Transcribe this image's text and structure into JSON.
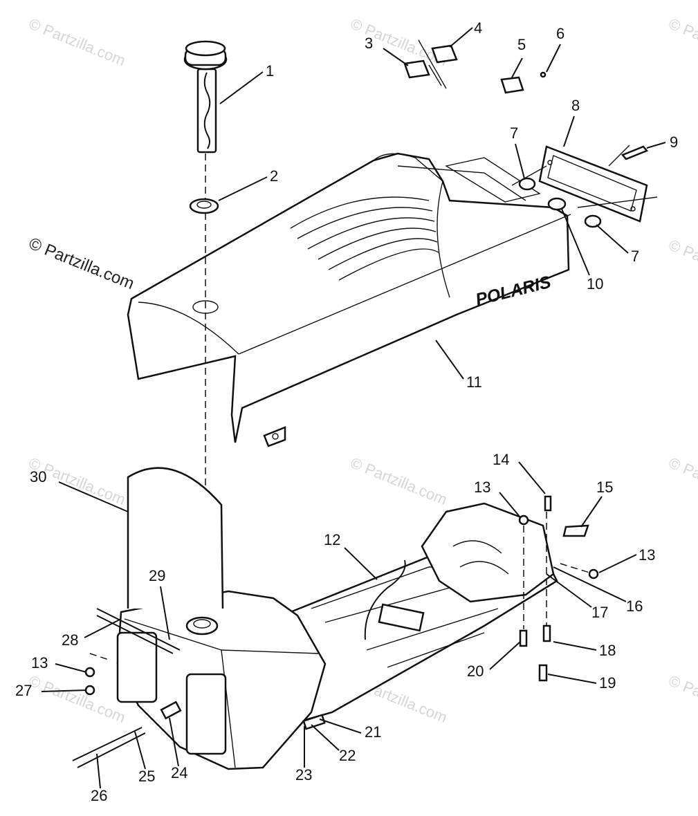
{
  "watermark": {
    "text": "© Partzilla.com",
    "prominent_text": "© Partzilla.com"
  },
  "brand_label": "POLARIS",
  "callouts": [
    {
      "id": "c1",
      "text": "1"
    },
    {
      "id": "c2",
      "text": "2"
    },
    {
      "id": "c3",
      "text": "3"
    },
    {
      "id": "c4",
      "text": "4"
    },
    {
      "id": "c5",
      "text": "5"
    },
    {
      "id": "c6",
      "text": "6"
    },
    {
      "id": "c7a",
      "text": "7"
    },
    {
      "id": "c7b",
      "text": "7"
    },
    {
      "id": "c8",
      "text": "8"
    },
    {
      "id": "c9",
      "text": "9"
    },
    {
      "id": "c10",
      "text": "10"
    },
    {
      "id": "c11",
      "text": "11"
    },
    {
      "id": "c12",
      "text": "12"
    },
    {
      "id": "c13a",
      "text": "13"
    },
    {
      "id": "c13b",
      "text": "13"
    },
    {
      "id": "c13c",
      "text": "13"
    },
    {
      "id": "c14",
      "text": "14"
    },
    {
      "id": "c15",
      "text": "15"
    },
    {
      "id": "c16",
      "text": "16"
    },
    {
      "id": "c17",
      "text": "17"
    },
    {
      "id": "c18",
      "text": "18"
    },
    {
      "id": "c19",
      "text": "19"
    },
    {
      "id": "c20",
      "text": "20"
    },
    {
      "id": "c21",
      "text": "21"
    },
    {
      "id": "c22",
      "text": "22"
    },
    {
      "id": "c23",
      "text": "23"
    },
    {
      "id": "c24",
      "text": "24"
    },
    {
      "id": "c25",
      "text": "25"
    },
    {
      "id": "c26",
      "text": "26"
    },
    {
      "id": "c27",
      "text": "27"
    },
    {
      "id": "c28",
      "text": "28"
    },
    {
      "id": "c29",
      "text": "29"
    },
    {
      "id": "c30",
      "text": "30"
    }
  ]
}
